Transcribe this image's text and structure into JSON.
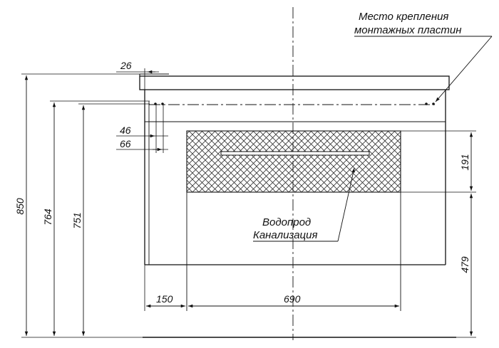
{
  "diagram": {
    "notes": {
      "mount_line1": "Место крепления",
      "mount_line2": "монтажных пластин",
      "pipes_line1": "Водопрод",
      "pipes_line2": "Канализация"
    },
    "dimensions": {
      "d26": "26",
      "d46": "46",
      "d66": "66",
      "d850": "850",
      "d764": "764",
      "d751": "751",
      "d191": "191",
      "d479": "479",
      "d150": "150",
      "d690": "690"
    },
    "colors": {
      "line": "#111111",
      "background": "#ffffff"
    }
  }
}
